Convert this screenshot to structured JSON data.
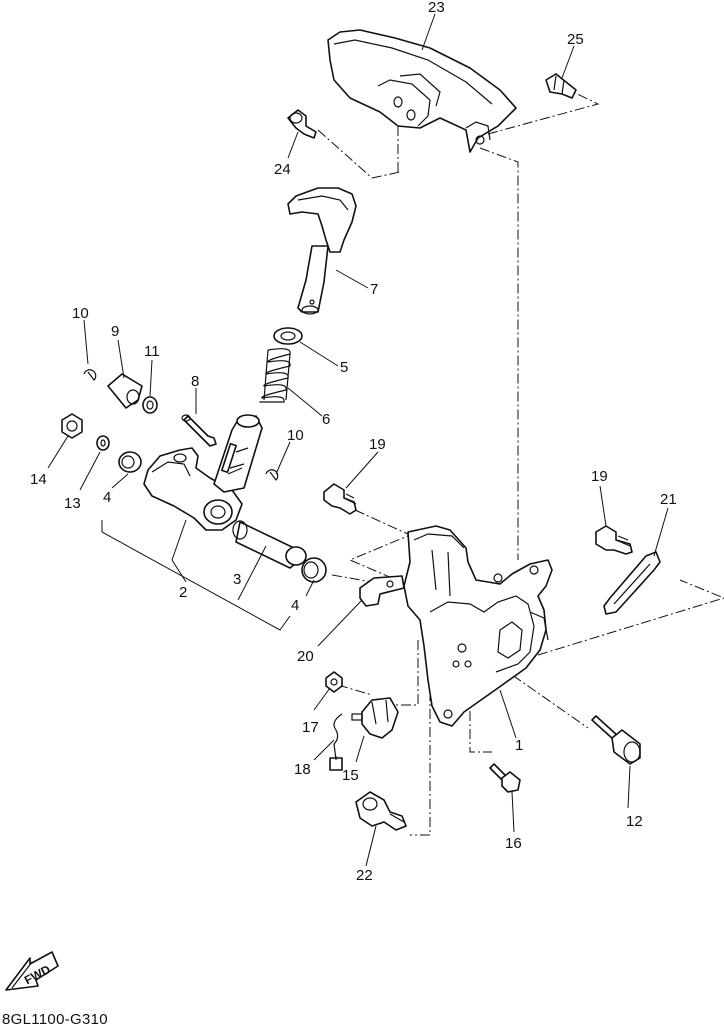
{
  "diagram_code": "8GL1100-G310",
  "fwd_label": "FWD",
  "callouts": {
    "p1": "1",
    "p2": "2",
    "p3": "3",
    "p4a": "4",
    "p4b": "4",
    "p5": "5",
    "p6": "6",
    "p7": "7",
    "p8": "8",
    "p9": "9",
    "p10a": "10",
    "p10b": "10",
    "p11": "11",
    "p12": "12",
    "p13": "13",
    "p14": "14",
    "p15": "15",
    "p16": "16",
    "p17": "17",
    "p18": "18",
    "p19a": "19",
    "p19b": "19",
    "p20": "20",
    "p21": "21",
    "p22": "22",
    "p23": "23",
    "p24": "24",
    "p25": "25"
  }
}
